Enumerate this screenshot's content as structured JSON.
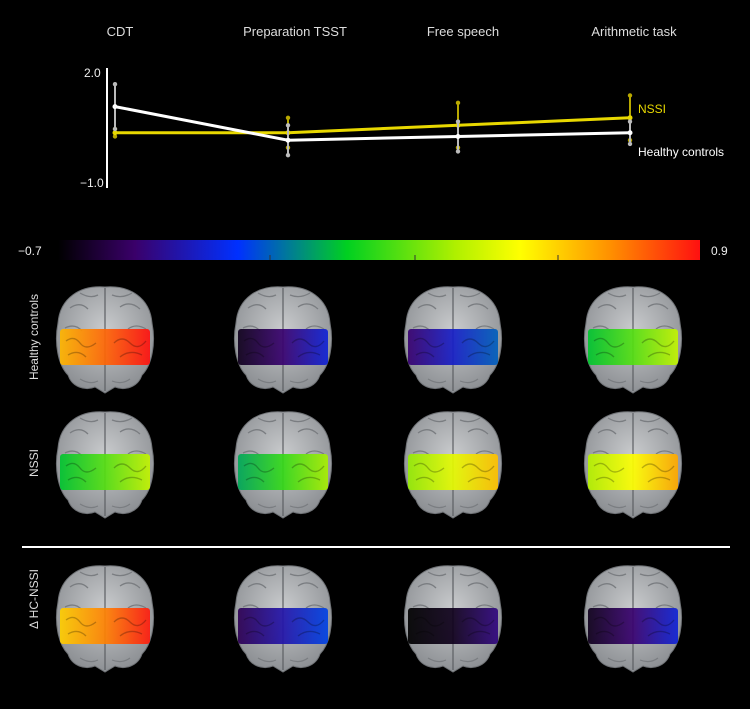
{
  "conditions": [
    "CDT",
    "Preparation TSST",
    "Free speech",
    "Arithmetic task"
  ],
  "chart_data": {
    "type": "line",
    "x": [
      "CDT",
      "Preparation TSST",
      "Free speech",
      "Arithmetic task"
    ],
    "yticks": [
      "2.0",
      "−1.0"
    ],
    "ylim": [
      -1.0,
      2.0
    ],
    "series": [
      {
        "name": "NSSI",
        "color": "#e8d800",
        "values": [
          0.4,
          0.4,
          0.6,
          0.8
        ],
        "err": [
          0.1,
          0.4,
          0.6,
          0.6
        ]
      },
      {
        "name": "Healthy controls",
        "color": "#ffffff",
        "values": [
          1.1,
          0.2,
          0.3,
          0.4
        ],
        "err": [
          0.6,
          0.4,
          0.4,
          0.3
        ]
      }
    ],
    "grid": false,
    "legend": "right"
  },
  "colorbar": {
    "min_label": "−0.7",
    "max_label": "0.9"
  },
  "rows": [
    {
      "label": "Healthy controls",
      "values": [
        0.75,
        -0.5,
        -0.35,
        0.15
      ]
    },
    {
      "label": "NSSI",
      "values": [
        0.15,
        0.1,
        0.4,
        0.45
      ]
    },
    {
      "label": "Δ HC-NSSI",
      "values": [
        0.7,
        -0.4,
        -0.65,
        -0.5
      ]
    }
  ]
}
